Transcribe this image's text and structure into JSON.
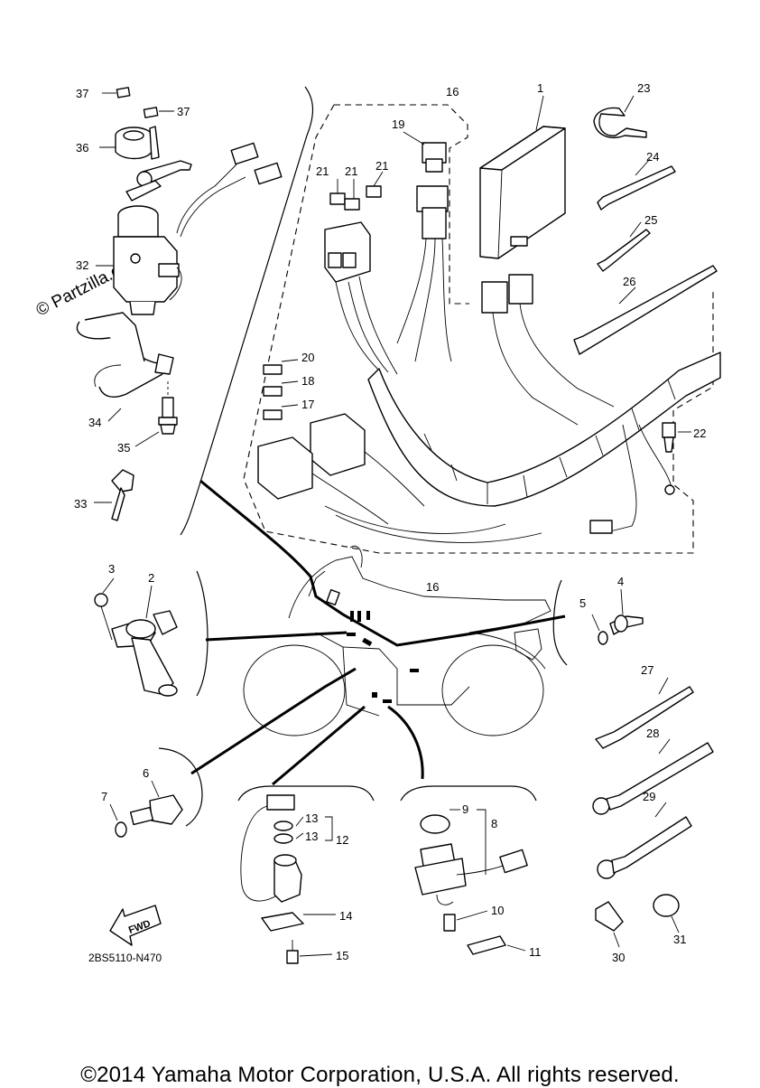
{
  "watermark": "© Partzilla.com",
  "diagram_code": "2BS5110-N470",
  "fwd_label": "FWD",
  "copyright": "©2014 Yamaha Motor Corporation, U.S.A. All rights reserved.",
  "callouts": {
    "c1": "1",
    "c2": "2",
    "c3": "3",
    "c4": "4",
    "c5": "5",
    "c6": "6",
    "c7": "7",
    "c8": "8",
    "c9": "9",
    "c10": "10",
    "c11": "11",
    "c12": "12",
    "c13a": "13",
    "c13b": "13",
    "c14": "14",
    "c15": "15",
    "c16a": "16",
    "c16b": "16",
    "c17": "17",
    "c18": "18",
    "c19": "19",
    "c20": "20",
    "c21a": "21",
    "c21b": "21",
    "c21c": "21",
    "c22": "22",
    "c23": "23",
    "c24": "24",
    "c25": "25",
    "c26": "26",
    "c27": "27",
    "c28": "28",
    "c29": "29",
    "c30": "30",
    "c31": "31",
    "c32": "32",
    "c33": "33",
    "c34": "34",
    "c35": "35",
    "c36": "36",
    "c37a": "37",
    "c37b": "37"
  }
}
